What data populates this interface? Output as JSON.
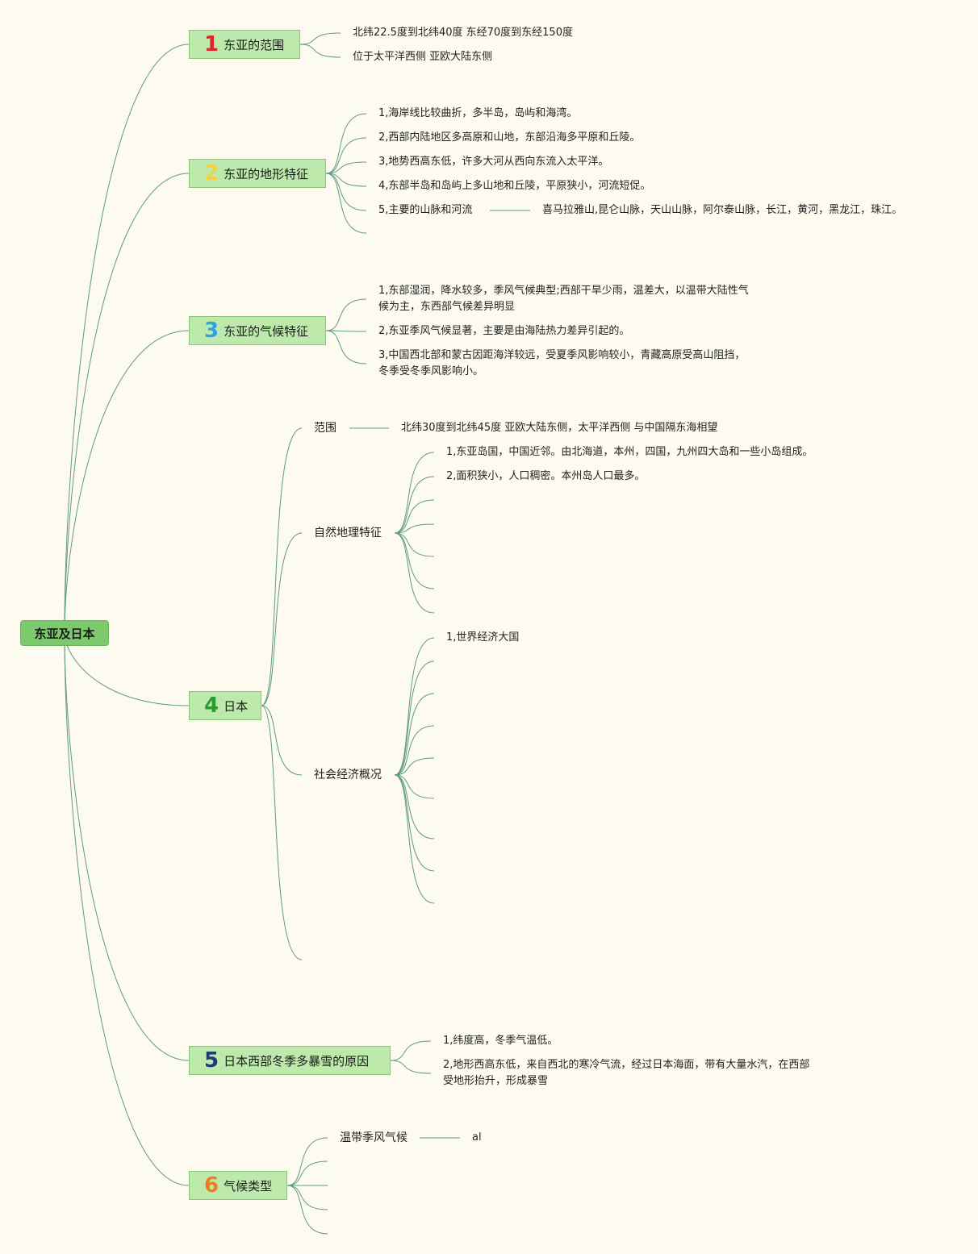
{
  "root": {
    "label": "东亚及日本"
  },
  "colors": {
    "link": "#5f9a84",
    "num1": "#d62c2c",
    "num2": "#f2d246",
    "num3": "#2fa3e0",
    "num4": "#2f9a2f",
    "num5": "#1d3b78",
    "num6": "#f07c1e"
  },
  "topics": [
    {
      "number": "1",
      "label": "东亚的范围",
      "items": [
        "北纬22.5度到北纬40度 东经70度到东经150度",
        "位于太平洋西侧 亚欧大陆东侧"
      ]
    },
    {
      "number": "2",
      "label": "东亚的地形特征",
      "items": [
        "1,海岸线比较曲折，多半岛，岛屿和海湾。",
        "2,西部内陆地区多高原和山地，东部沿海多平原和丘陵。",
        "3,地势西高东低，许多大河从西向东流入太平洋。",
        "4,东部半岛和岛屿上多山地和丘陵，平原狭小，河流短促。",
        "5,主要的山脉和河流"
      ],
      "detail": "喜马拉雅山,昆仑山脉，天山山脉，阿尔泰山脉，长江，黄河，黑龙江，珠江。"
    },
    {
      "number": "3",
      "label": "东亚的气候特征",
      "items": [
        "1,东部湿润，降水较多，季风气候典型;西部干旱少雨，温差大，以温带大陆性气",
        "候为主，东西部气候差异明显",
        "2,东亚季风气候显著，主要是由海陆热力差异引起的。",
        "3,中国西北部和蒙古因距海洋较远，受夏季风影响较小，青藏高原受高山阻挡，",
        "冬季受冬季风影响小。"
      ]
    },
    {
      "number": "4",
      "label": "日本",
      "range_label": "范围",
      "range_value": "北纬30度到北纬45度 亚欧大陆东侧，太平洋西侧 与中国隔东海相望",
      "natural_label": "自然地理特征",
      "natural_items": [
        "1,东亚岛国，中国近邻。由北海道，本州，四国，九州四大岛和一些小岛组成。",
        "2,面积狭小，人口稠密。本州岛人口最多。"
      ],
      "social_label": "社会经济概况",
      "social_items": [
        "1,世界经济大国"
      ]
    },
    {
      "number": "5",
      "label": "日本西部冬季多暴雪的原因",
      "items": [
        "1,纬度高，冬季气温低。",
        "2,地形西高东低，来自西北的寒冷气流，经过日本海面，带有大量水汽，在西部",
        "受地形抬升，形成暴雪"
      ]
    },
    {
      "number": "6",
      "label": "气候类型",
      "items": [
        "温带季风气候"
      ],
      "detail": "al"
    }
  ]
}
